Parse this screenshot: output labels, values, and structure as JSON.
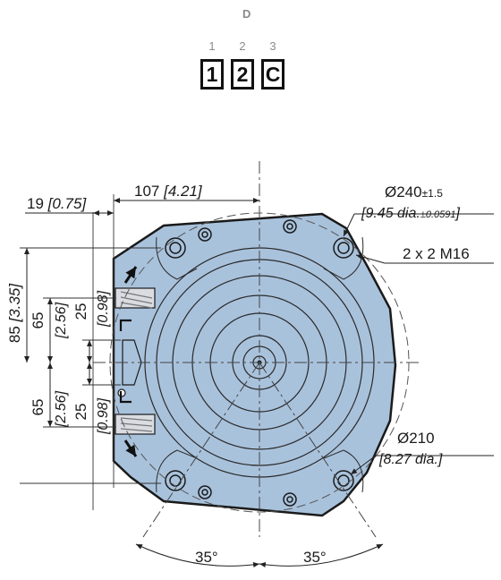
{
  "code": {
    "letter": "D",
    "positions": [
      "1",
      "2",
      "3"
    ],
    "values": [
      "1",
      "2",
      "C"
    ]
  },
  "dimensions": {
    "width_19": "19",
    "width_19_in": "[0.75]",
    "width_107": "107",
    "width_107_in": "[4.21]",
    "dia_240": "Ø240",
    "dia_240_tol": "±1.5",
    "dia_240_in": "[9.45 dia.",
    "dia_240_in_tol": "±0.0591",
    "dia_240_in_close": "]",
    "thread": "2 x 2 M16",
    "h_85": "85",
    "h_85_in": "[3.35]",
    "h_65_upper": "65",
    "h_65_upper_in": "[2.56]",
    "h_25_upper": "25",
    "h_25_upper_in": "[0.98]",
    "h_65_lower": "65",
    "h_65_lower_in": "[2.56]",
    "h_25_lower": "25",
    "h_25_lower_in": "[0.98]",
    "dia_210": "Ø210",
    "dia_210_in": "[8.27 dia.]",
    "angle_left": "35°",
    "angle_right": "35°"
  },
  "colors": {
    "body_fill": "#a9c2dc",
    "outline": "#1a1a1a",
    "line": "#333333"
  }
}
